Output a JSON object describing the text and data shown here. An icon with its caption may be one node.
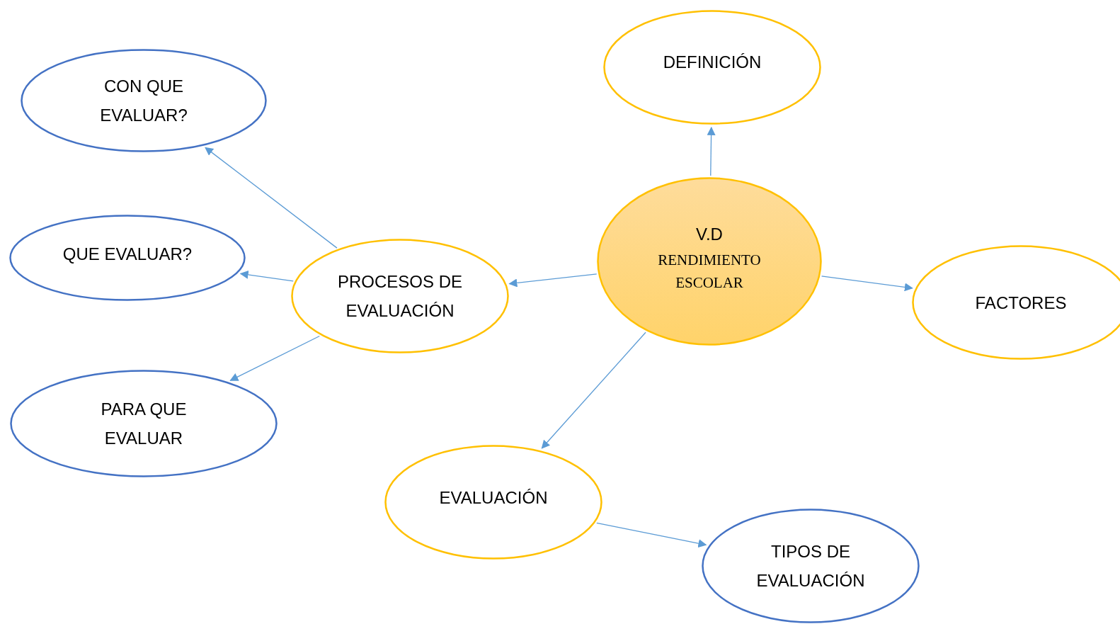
{
  "diagram": {
    "nodes": [
      {
        "text": [
          "V.D",
          "RENDIMIENTO ESCOLAR"
        ]
      },
      {
        "text": [
          "DEFINICIÓN"
        ]
      },
      {
        "text": [
          "PROCESOS DE EVALUACIÓN"
        ]
      },
      {
        "text": [
          "FACTORES"
        ]
      },
      {
        "text": [
          "EVALUACIÓN"
        ]
      },
      {
        "text": [
          "CON QUE EVALUAR?"
        ]
      },
      {
        "text": [
          "QUE EVALUAR?"
        ]
      },
      {
        "text": [
          "PARA QUE EVALUAR"
        ]
      },
      {
        "text": [
          "TIPOS DE EVALUACIÓN"
        ]
      }
    ],
    "edges": [
      {
        "from": 0,
        "to": 1,
        "arrow": "to"
      },
      {
        "from": 0,
        "to": 2,
        "arrow": "to"
      },
      {
        "from": 0,
        "to": 3,
        "arrow": "to"
      },
      {
        "from": 0,
        "to": 4,
        "arrow": "to"
      },
      {
        "from": 2,
        "to": 5,
        "arrow": "to"
      },
      {
        "from": 2,
        "to": 6,
        "arrow": "to"
      },
      {
        "from": 2,
        "to": 7,
        "arrow": "to"
      },
      {
        "from": 4,
        "to": 8,
        "arrow": "to"
      }
    ]
  }
}
